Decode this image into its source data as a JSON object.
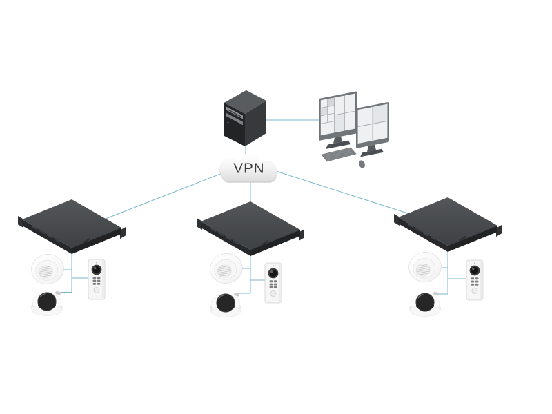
{
  "diagram": {
    "vpn_label": "VPN",
    "colors": {
      "background": "#ffffff",
      "connection_line": "#79b7cc",
      "rack_top": "#46494c",
      "rack_front": "#26282b",
      "tower_front": "#222426",
      "tower_side": "#37393c",
      "device_white": "#f6f6f6",
      "camera_bubble": "#262626",
      "cloud_text": "#3a3b3d"
    },
    "nodes": {
      "server": "management-server-tower",
      "workstation": "dual-monitor-workstation",
      "cloud": "vpn-cloud",
      "sites": [
        {
          "id": "site-1",
          "devices": [
            "rack-server",
            "ceiling-speaker",
            "door-station",
            "dome-camera"
          ]
        },
        {
          "id": "site-2",
          "devices": [
            "rack-server",
            "ceiling-speaker",
            "door-station",
            "dome-camera"
          ]
        },
        {
          "id": "site-3",
          "devices": [
            "rack-server",
            "ceiling-speaker",
            "door-station",
            "dome-camera"
          ]
        }
      ]
    }
  }
}
